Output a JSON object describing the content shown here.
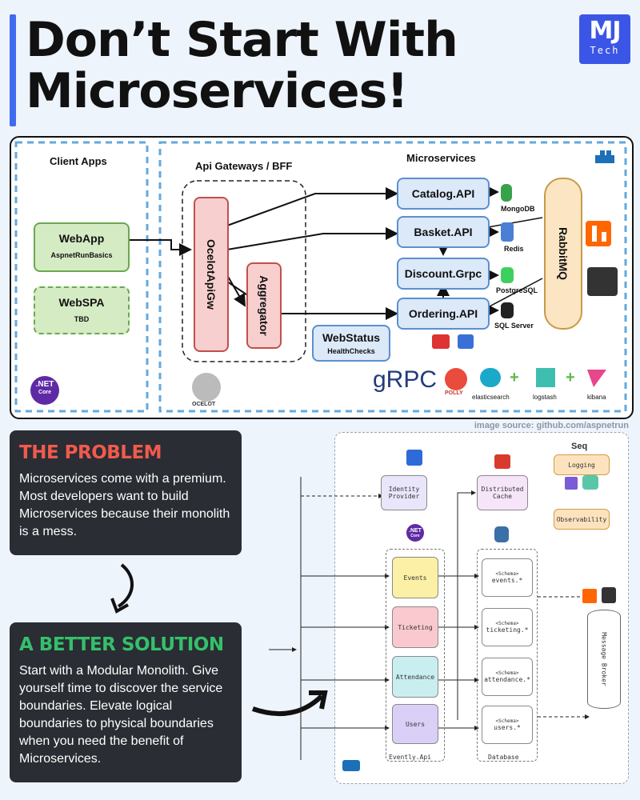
{
  "header": {
    "title_line1": "Don’t Start With",
    "title_line2": "Microservices!",
    "logo_mj": "MJ",
    "logo_tech": "Tech"
  },
  "architecture": {
    "client_apps_label": "Client Apps",
    "gateways_label": "Api Gateways / BFF",
    "microservices_label": "Microservices",
    "webapp": "WebApp",
    "webapp_sub": "AspnetRunBasics",
    "webspa": "WebSPA",
    "webspa_sub": "TBD",
    "ocelot": "OcelotApiGw",
    "aggregator": "Aggregator",
    "catalog": "Catalog.API",
    "basket": "Basket.API",
    "discount": "Discount.Grpc",
    "ordering": "Ordering.API",
    "mongodb": "MongoDB",
    "redis": "Redis",
    "postgres": "PostgreSQL",
    "sqlserver": "SQL Server",
    "rabbitmq": "RabbitMQ",
    "webstatus": "WebStatus",
    "webstatus_sub": "HealthChecks",
    "dotnet_line1": ".NET",
    "dotnet_line2": "Core",
    "ocelot_logo": "OCELOT",
    "grpc": "gRPC",
    "polly": "POLLY",
    "elasticsearch": "elasticsearch",
    "logstash": "logstash",
    "kibana": "kibana",
    "colors": {
      "green": "#d5ebc4",
      "pink": "#f8cfcf",
      "blue": "#dce9f8",
      "dashed": "#63a9dd",
      "rabbit": "#fbe5c2"
    }
  },
  "image_source": "image source: github.com/aspnetrun",
  "problem": {
    "title": "THE PROBLEM",
    "body": "Microservices come with a premium. Most developers want to build Microservices because their monolith is a mess."
  },
  "solution": {
    "title": "A BETTER SOLUTION",
    "body": "Start with a Modular Monolith. Give yourself time to discover the service boundaries. Elevate logical boundaries to physical boundaries when you need the benefit of Microservices."
  },
  "monolith": {
    "identity_provider": "Identity Provider",
    "distributed_cache": "Distributed Cache",
    "seq": "Seq",
    "logging": "Logging",
    "observability": "Observability",
    "dotnet_line1": ".NET",
    "dotnet_line2": "Core",
    "modules": [
      "Events",
      "Ticketing",
      "Attendance",
      "Users"
    ],
    "schema_tag": "<Schema>",
    "schemas": [
      "events.*",
      "ticketing.*",
      "attendance.*",
      "users.*"
    ],
    "api_label": "Evently.Api",
    "database_label": "Database",
    "message_broker": "Message Broker",
    "colors": {
      "events": "#fbf0a6",
      "ticketing": "#f9c9cf",
      "attendance": "#c9eef0",
      "users": "#d9cff7",
      "orange": "#fde3bd"
    }
  }
}
